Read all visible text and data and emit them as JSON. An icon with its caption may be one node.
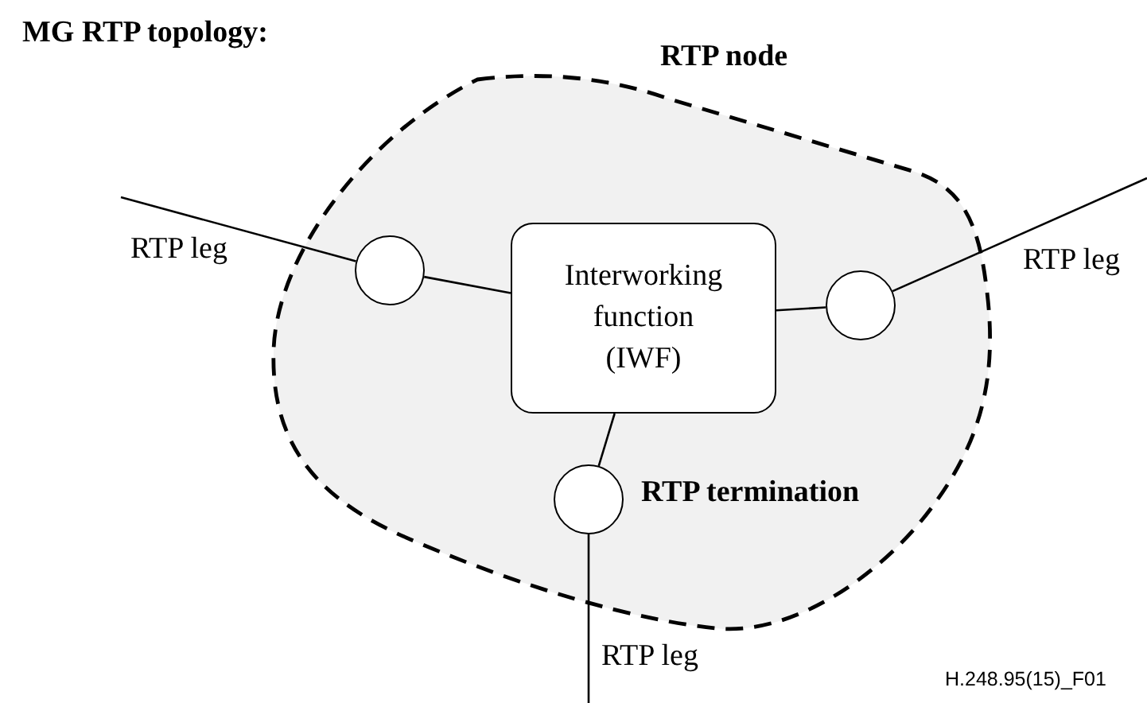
{
  "diagram": {
    "title": "MG RTP topology:",
    "nodes": [
      {
        "text": [
          "RTP node"
        ]
      },
      {
        "text": [
          "Interworking function (IWF)"
        ],
        "in": 0
      },
      {
        "text": [],
        "shape": "circle",
        "in": 0
      },
      {
        "text": [],
        "shape": "circle",
        "in": 0
      },
      {
        "text": [],
        "shape": "circle",
        "in": 0,
        "beside": [
          "RTP termination"
        ]
      }
    ],
    "edges": [
      {
        "from": 2,
        "to": 1,
        "arrow": "none"
      },
      {
        "from": 1,
        "to": 3,
        "arrow": "none"
      },
      {
        "from": 1,
        "to": 4,
        "arrow": "none"
      },
      {
        "from": 2,
        "to": null,
        "arrow": "none",
        "label": "RTP leg"
      },
      {
        "from": 3,
        "to": null,
        "arrow": "none",
        "label": "RTP leg"
      },
      {
        "from": 4,
        "to": null,
        "arrow": "none",
        "label": "RTP leg"
      }
    ],
    "labels": [
      "H.248.95(15)_F01"
    ]
  }
}
